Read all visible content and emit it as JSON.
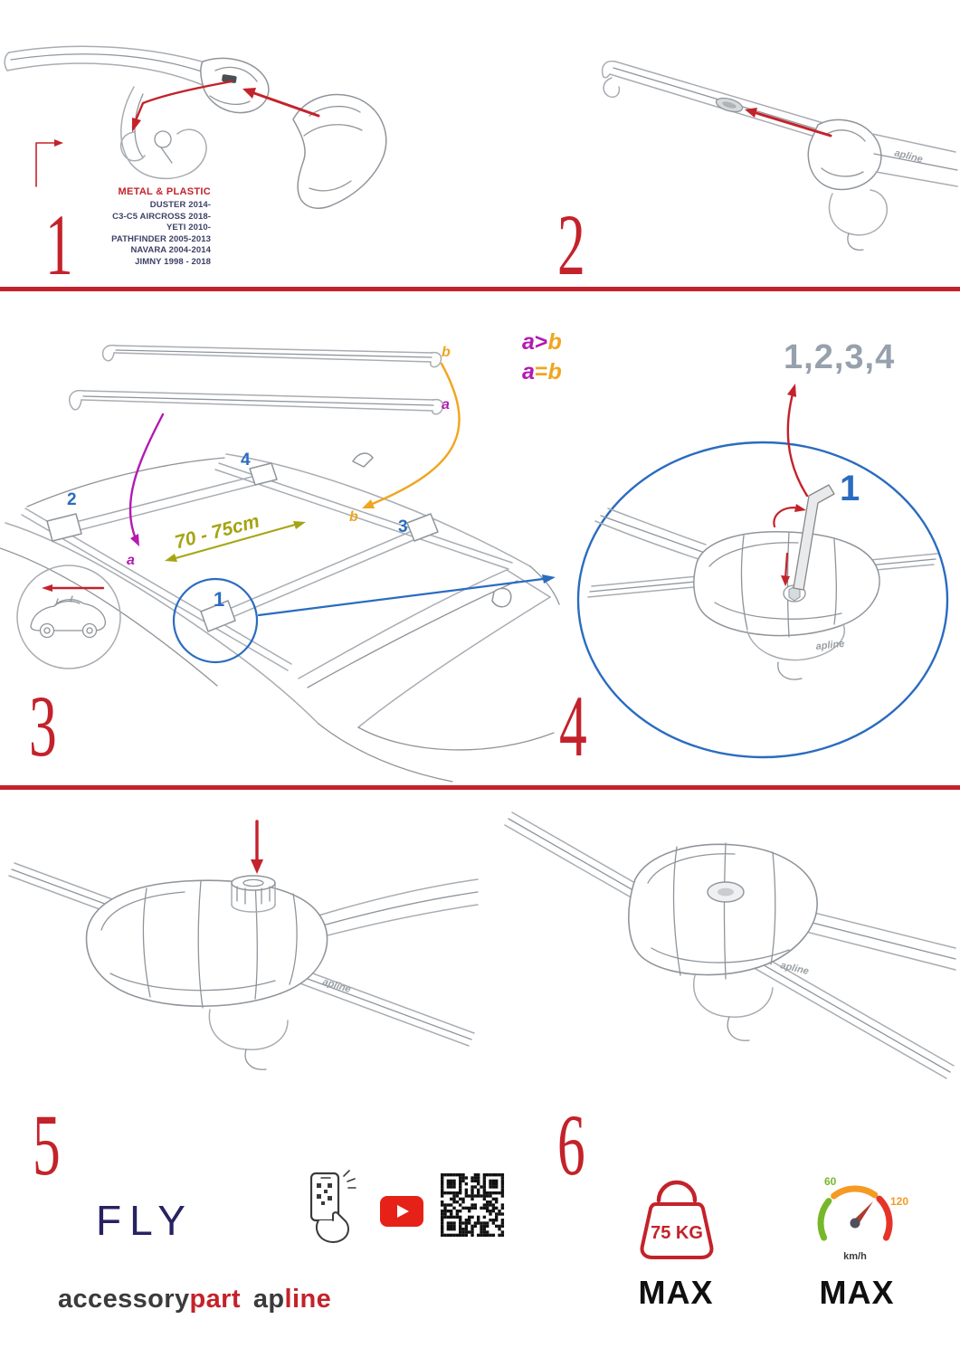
{
  "steps": {
    "s1": "1",
    "s2": "2",
    "s3": "3",
    "s4": "4",
    "s5": "5",
    "s6": "6"
  },
  "step1": {
    "material_label": "METAL & PLASTIC",
    "models": [
      "DUSTER 2014-",
      "C3-C5 AIRCROSS 2018-",
      "YETI 2010-",
      "PATHFINDER 2005-2013",
      "NAVARA 2004-2014",
      "JIMNY 1998 - 2018"
    ]
  },
  "step3": {
    "bar_label_top": "b",
    "bar_label_bottom": "a",
    "legend_row1": {
      "a": "a",
      "op": ">",
      "b": "b"
    },
    "legend_row2": {
      "a": "a",
      "op": "=",
      "b": "b"
    },
    "roof_label_a": "a",
    "roof_label_b": "b",
    "distance": "70 - 75cm",
    "callouts": {
      "c1": "1",
      "c2": "2",
      "c3": "3",
      "c4": "4"
    }
  },
  "step4": {
    "sequence": "1,2,3,4",
    "first_step": "1"
  },
  "brand": {
    "fly": "FLY",
    "accessory": "accessory",
    "part": "part",
    "ap": "ap",
    "line": "line",
    "part_logo": "apline"
  },
  "limits": {
    "weight": "75 KG",
    "weight_max": "MAX",
    "speed_min_label": "60",
    "speed_max_label": "120",
    "speed_unit": "km/h",
    "speed_max": "MAX"
  },
  "colors": {
    "red": "#c4222a",
    "blue": "#2a6cc0",
    "purple": "#b21ab2",
    "orange": "#f0a51e",
    "olive": "#a5a414",
    "navy": "#272261",
    "youtube_red": "#e62117",
    "speed_green": "#76b82a",
    "speed_orange": "#f59a23",
    "line_gray": "#a8adb3"
  }
}
